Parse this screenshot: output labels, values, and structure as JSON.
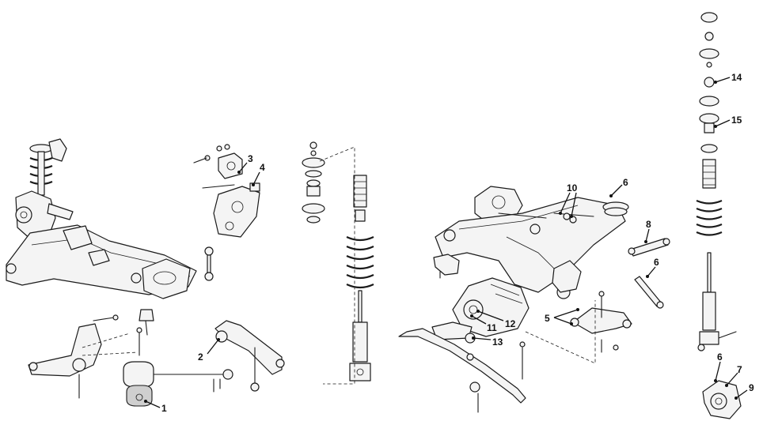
{
  "callouts": {
    "c1": "1",
    "c2": "2",
    "c3": "3",
    "c4": "4",
    "c5": "5",
    "c6a": "6",
    "c6b": "6",
    "c6c": "6",
    "c7": "7",
    "c8": "8",
    "c9": "9",
    "c10": "10",
    "c11": "11",
    "c12": "12",
    "c13": "13",
    "c14": "14",
    "c15": "15"
  }
}
